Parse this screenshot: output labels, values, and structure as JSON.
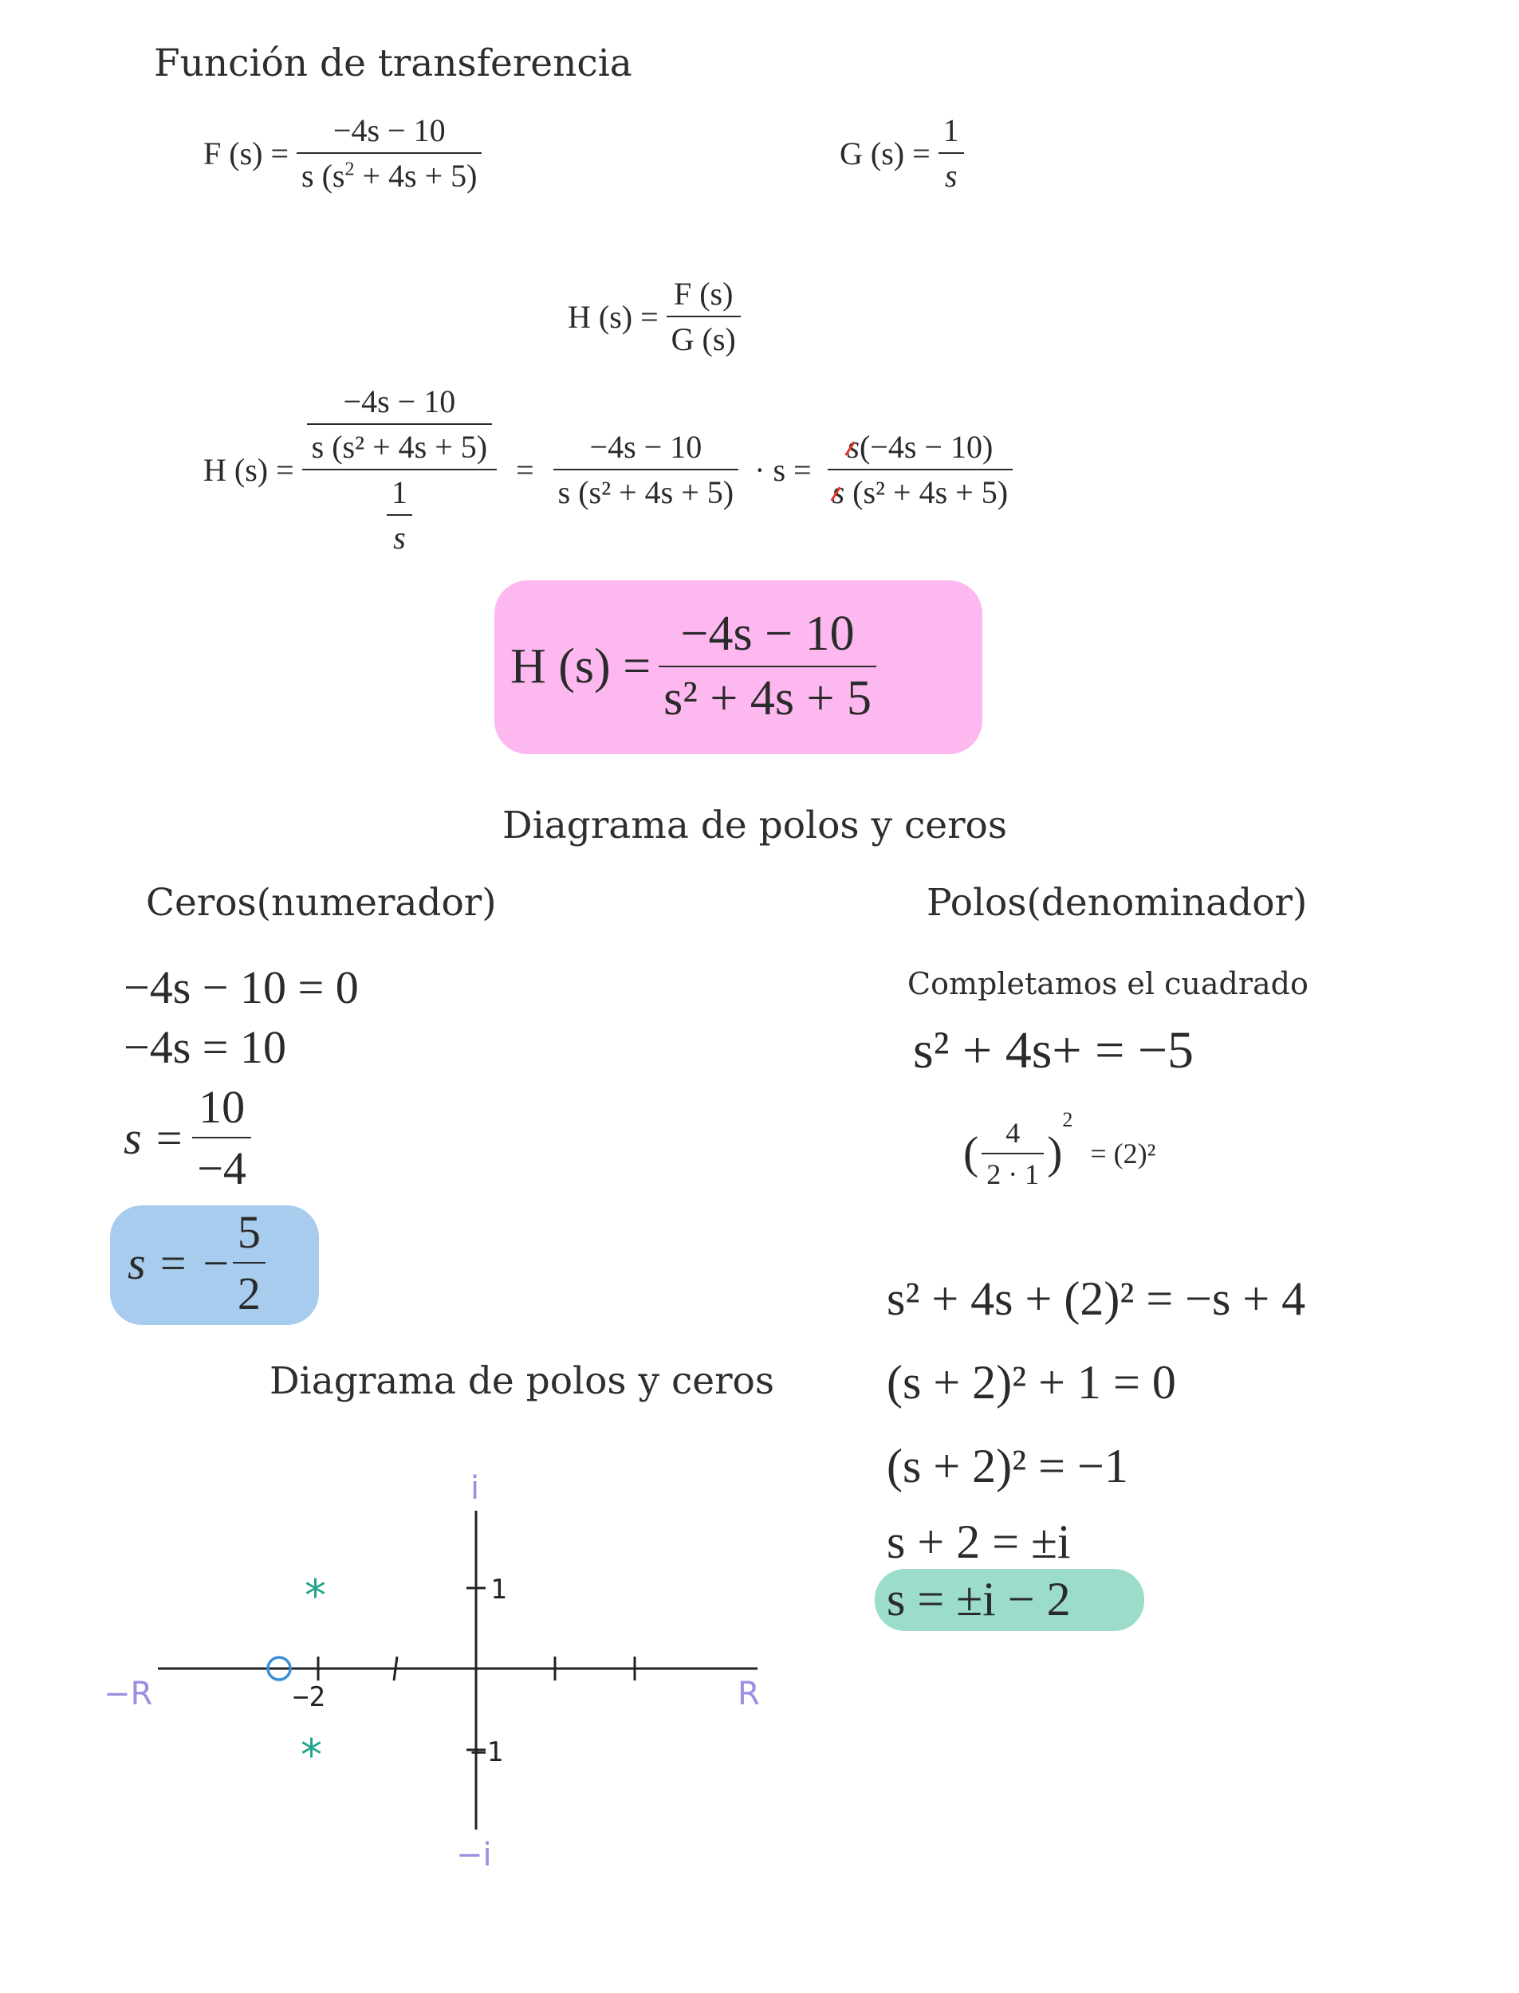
{
  "section1": {
    "title": "Función de transferencia"
  },
  "F": {
    "lhs": "F (s) =",
    "num": "−4s − 10",
    "den_s": "s (s",
    "den_rest": " + 4s + 5)"
  },
  "G": {
    "lhs": "G (s) =",
    "num": "1",
    "den": "s"
  },
  "Hdef": {
    "lhs": "H (s) =",
    "num": "F (s)",
    "den": "G (s)"
  },
  "Hexpand": {
    "lhs": "H (s) =",
    "inner_num": "−4s − 10",
    "inner_den": "s (s² + 4s + 5)",
    "outer_den_num": "1",
    "outer_den_den": "s",
    "eq2": "=",
    "mid_num": "−4s − 10",
    "mid_den": "s (s² + 4s + 5)",
    "times": "· s =",
    "right_num_s": "s",
    "right_num_rest": "(−4s − 10)",
    "right_den_s": "s",
    "right_den_rest": " (s² + 4s + 5)"
  },
  "Hresult": {
    "lhs": "H (s) =",
    "num": "−4s − 10",
    "den": "s² + 4s + 5"
  },
  "section2": {
    "title": "Diagrama de polos y ceros"
  },
  "ceros": {
    "title": "Ceros(numerador)",
    "l1": "−4s − 10 = 0",
    "l2": "−4s = 10",
    "l3_lhs": "s =",
    "l3_num": "10",
    "l3_den": "−4",
    "l4_lhs": "s = −",
    "l4_num": "5",
    "l4_den": "2"
  },
  "polos": {
    "title": "Polos(denominador)",
    "subtitle": "Completamos el cuadrado",
    "l1": "s² + 4s+ = −5",
    "l2_num": "4",
    "l2_den": "2 · 1",
    "l2_exp": "2",
    "l2_rhs": "= (2)²",
    "l3": "s² + 4s + (2)² = −s + 4",
    "l4": "(s + 2)² + 1 = 0",
    "l5": "(s + 2)² = −1",
    "l6": "s + 2 = ±i",
    "l7": "s = ±i − 2"
  },
  "diagram": {
    "title": "Diagrama de polos y ceros",
    "axis_pos_imag": "i",
    "axis_neg_imag": "−i",
    "axis_pos_real": "R",
    "axis_neg_real": "−R",
    "tick_1": "1",
    "tick_neg1": "−1",
    "tick_neg2": "−2",
    "pole_symbol": "*",
    "colors": {
      "pole": "#21a58a",
      "zero": "#3b8fd6",
      "axis_label": "#9b8fe0"
    }
  }
}
